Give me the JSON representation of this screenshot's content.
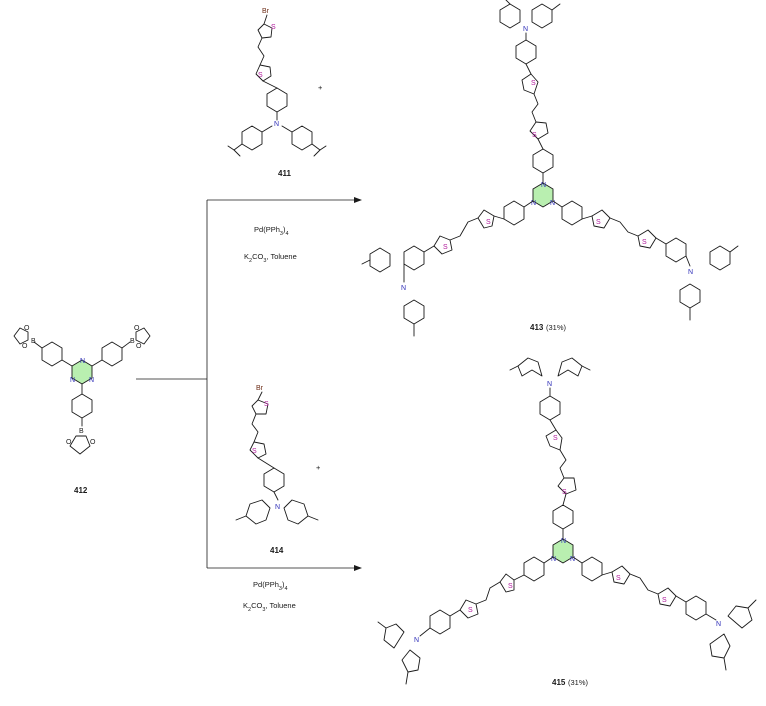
{
  "compounds": {
    "c411": {
      "number": "411",
      "yield": ""
    },
    "c412": {
      "number": "412",
      "yield": ""
    },
    "c413": {
      "number": "413",
      "yield": "(31%)"
    },
    "c414": {
      "number": "414",
      "yield": ""
    },
    "c415": {
      "number": "415",
      "yield": "(31%)"
    }
  },
  "reactions": {
    "top": {
      "catalyst": "Pd(PPh3)4",
      "conditions": "K2CO3, Toluene"
    },
    "bottom": {
      "catalyst": "Pd(PPh3)4",
      "conditions": "K2CO3, Toluene"
    }
  },
  "symbols": {
    "plus": "+",
    "S": "S",
    "N": "N",
    "Br": "Br",
    "B": "B",
    "O": "O"
  },
  "colors": {
    "sulfur": "#b0189b",
    "nitrogen": "#2e2eb8",
    "bromine": "#6b2a14",
    "triazine_fill": "#b9efb0"
  }
}
